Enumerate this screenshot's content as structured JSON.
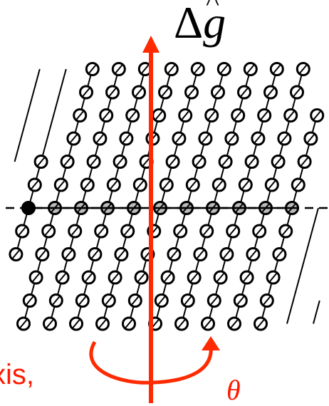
{
  "labels": {
    "vector_delta": "Δ",
    "vector_g": "g",
    "vector_hat": "^",
    "rotation_axis_partial": "xis,",
    "angle_partial": "θ"
  },
  "colors": {
    "arrow": "#ff2a00",
    "text_red": "#ff1a00",
    "lattice": "#000000"
  }
}
